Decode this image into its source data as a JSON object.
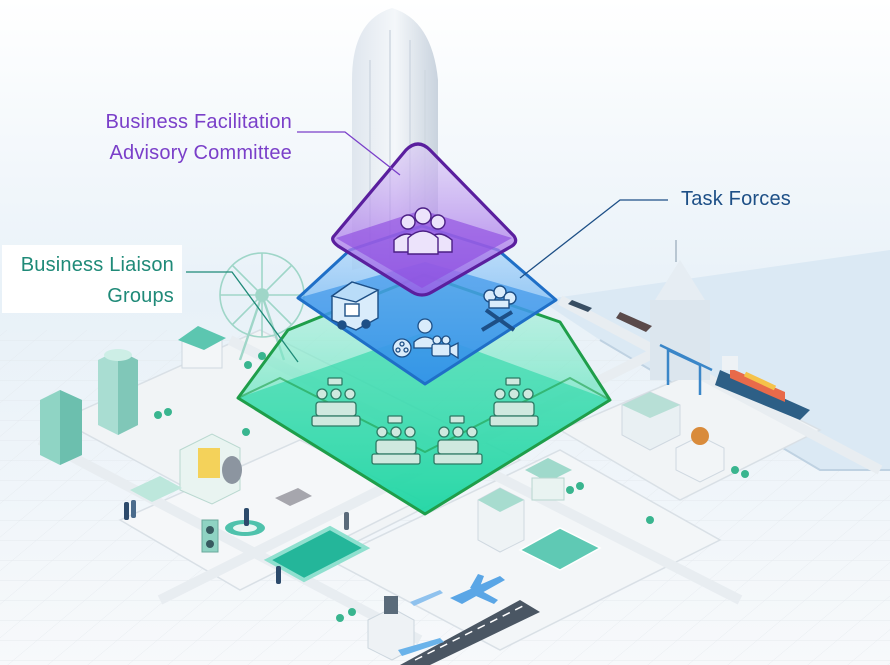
{
  "labels": {
    "bfac_line1": "Business Facilitation",
    "bfac_line2": "Advisory Committee",
    "task_forces": "Task Forces",
    "blg_line1": "Business Liaison",
    "blg_line2": "Groups"
  },
  "colors": {
    "bfac": "#7a3fc9",
    "task_forces": "#1d4f86",
    "blg": "#1f8a78",
    "tier_top": "#8f4de0",
    "tier_middle": "#2f8ee8",
    "tier_bottom": "#1ed6a3"
  },
  "icons": {
    "top": [
      "people-group-icon"
    ],
    "middle": [
      "food-truck-icon",
      "chef-hat-utensils-icon",
      "film-reel-icon",
      "video-camera-icon",
      "worker-icon"
    ],
    "bottom": [
      "meeting-group-icon"
    ]
  }
}
